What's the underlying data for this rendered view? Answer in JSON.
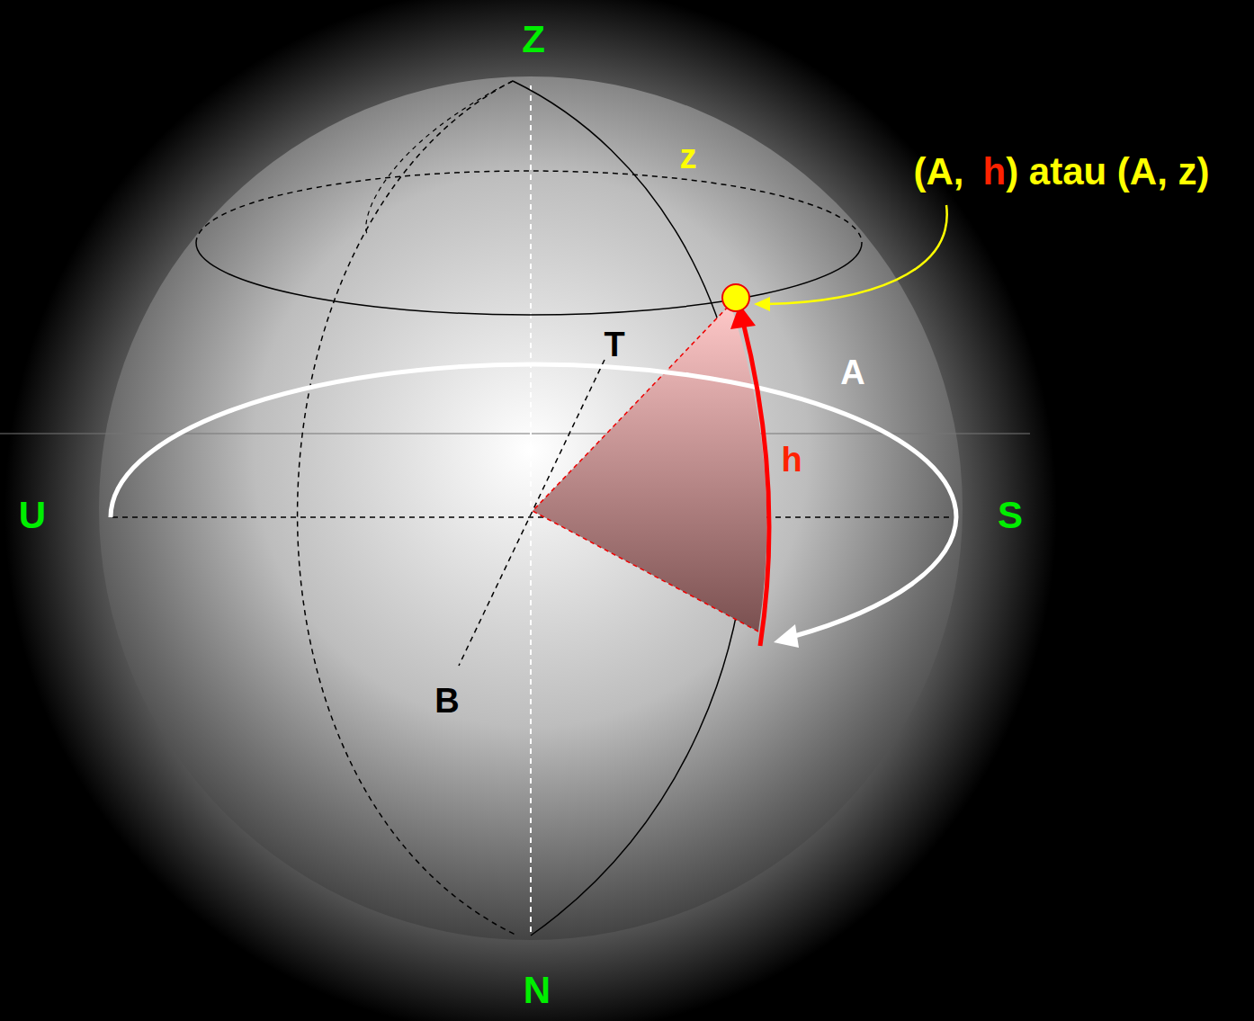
{
  "diagram": {
    "labels": [
      "Z",
      "z",
      "(A,",
      "h",
      ") atau (A, z)",
      "T",
      "A",
      "h",
      "U",
      "S",
      "B",
      "N"
    ]
  }
}
